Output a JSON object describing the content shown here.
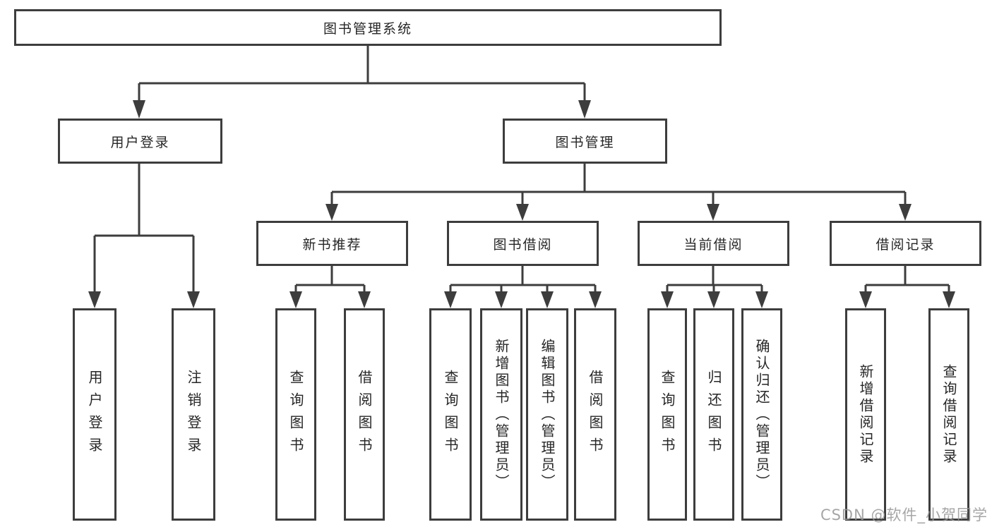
{
  "diagram": {
    "title": "图书管理系统",
    "root": {
      "label": "图书管理系统"
    },
    "branches": {
      "user_login": {
        "label": "用户登录",
        "children": [
          "用户登录",
          "注销登录"
        ]
      },
      "book_management": {
        "label": "图书管理"
      }
    },
    "modules": [
      {
        "label": "新书推荐",
        "children": [
          "查询图书",
          "借阅图书"
        ]
      },
      {
        "label": "图书借阅",
        "children": [
          "查询图书",
          "新增图书（管理员）",
          "编辑图书（管理员）",
          "借阅图书"
        ]
      },
      {
        "label": "当前借阅",
        "children": [
          "查询图书",
          "归还图书",
          "确认归还（管理员）"
        ]
      },
      {
        "label": "借阅记录",
        "children": [
          "新增借阅记录",
          "查询借阅记录"
        ]
      }
    ]
  },
  "watermark": {
    "text": "CSDN @软件_小贺同学"
  },
  "colors": {
    "line": "#3d3d3d",
    "text": "#262626",
    "background": "#ffffff",
    "watermark": "#969696"
  }
}
